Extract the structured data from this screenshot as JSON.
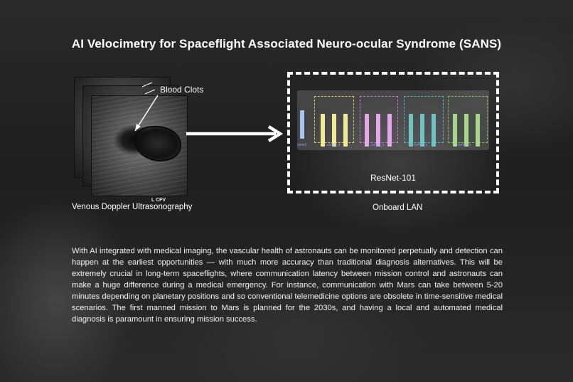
{
  "title": "AI Velocimetry for Spaceflight Associated Neuro-ocular Syndrome (SANS)",
  "ultrasound": {
    "clot_label": "Blood Clots",
    "frame_label": "L CFV",
    "caption": "Venous Doppler Ultrasonography"
  },
  "network": {
    "name": "ResNet-101",
    "caption": "Onboard LAN",
    "stages": [
      "conv1",
      "conv2_x",
      "conv3_x",
      "conv4_x",
      "conv5_x"
    ]
  },
  "paragraph": "With AI integrated with medical imaging, the vascular health of astronauts can be monitored perpetually and detection can happen at the earliest opportunities — with much more accuracy than traditional diagnosis alternatives. This will be extremely crucial in long-term spaceflights, where communication latency between mission control and astronauts can make a huge difference during a medical emergency. For instance, communication with Mars can take between 5-20 minutes depending on planetary positions and so conventional telemedicine options are obsolete in time-sensitive medical scenarios. The first manned mission to Mars is planned for the 2030s, and having a local and automated medical diagnosis is paramount in ensuring mission success.",
  "colors": {
    "conv1": "#a8c6ea",
    "conv2": "#f3e79a",
    "conv3": "#e6a6ea",
    "conv4": "#6fc3c3",
    "conv5": "#a6d88a"
  }
}
